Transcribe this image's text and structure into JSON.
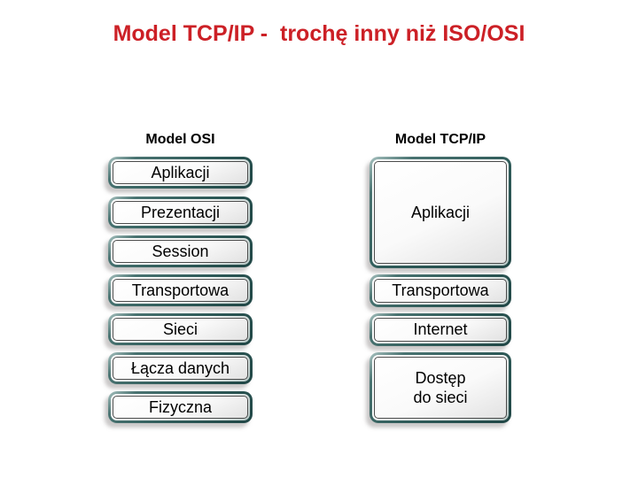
{
  "title": {
    "text": "Model TCP/IP -  trochę inny niż ISO/OSI",
    "color": "#cc2026"
  },
  "diagram": {
    "osi": {
      "header": "Model OSI",
      "layers": [
        {
          "label": "Aplikacji"
        },
        {
          "label": "Prezentacji"
        },
        {
          "label": "Session"
        },
        {
          "label": "Transportowa"
        },
        {
          "label": "Sieci"
        },
        {
          "label": "Łącza danych"
        },
        {
          "label": "Fizyczna"
        }
      ]
    },
    "tcpip": {
      "header": "Model TCP/IP",
      "layers": [
        {
          "label": "Aplikacji"
        },
        {
          "label": "Transportowa"
        },
        {
          "label": "Internet"
        },
        {
          "label": "Dostęp\ndo sieci"
        }
      ]
    }
  },
  "colors": {
    "title_red": "#cc2026",
    "box_border_teal": "#2f5b59",
    "box_fill_light": "#fafafa",
    "background": "#ffffff",
    "text": "#000000"
  }
}
